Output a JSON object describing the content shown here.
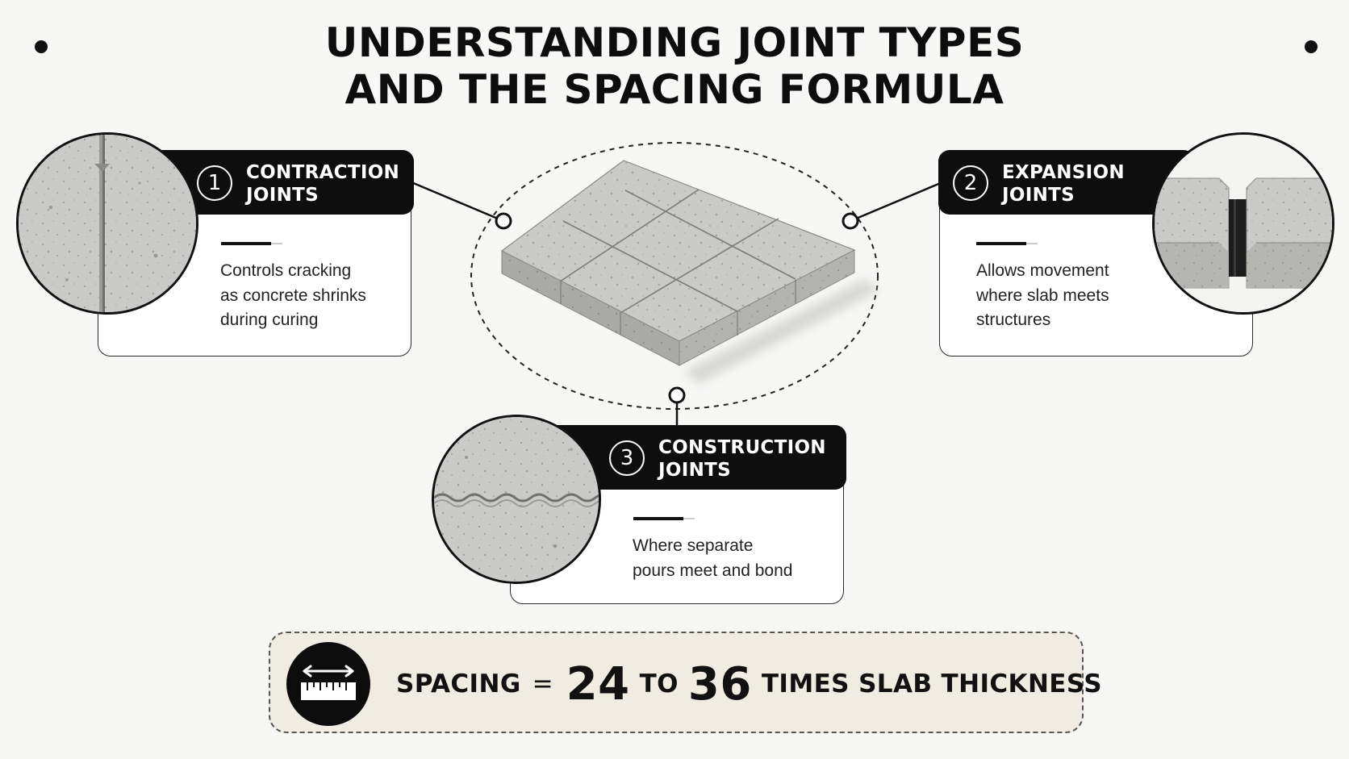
{
  "title": {
    "line1": "UNDERSTANDING JOINT TYPES",
    "line2": "AND THE SPACING FORMULA"
  },
  "joints": [
    {
      "number": "1",
      "name_line1": "CONTRACTION",
      "name_line2": "JOINTS",
      "desc_lines": [
        "Controls cracking",
        "as concrete shrinks",
        "during curing"
      ]
    },
    {
      "number": "2",
      "name_line1": "EXPANSION",
      "name_line2": "JOINTS",
      "desc_lines": [
        "Allows movement",
        "where slab meets",
        "structures"
      ]
    },
    {
      "number": "3",
      "name_line1": "CONSTRUCTION",
      "name_line2": "JOINTS",
      "desc_lines": [
        "Where separate",
        "pours meet and bond"
      ]
    }
  ],
  "formula": {
    "label": "SPACING",
    "equals": "=",
    "min": "24",
    "to": "TO",
    "max": "36",
    "suffix": "TIMES SLAB THICKNESS",
    "icon": "ruler-measure-icon"
  },
  "colors": {
    "background": "#f7f7f6",
    "header": "#0e0e0e",
    "concrete": "#c9c9c7",
    "formula_panel": "#f1ece1"
  }
}
